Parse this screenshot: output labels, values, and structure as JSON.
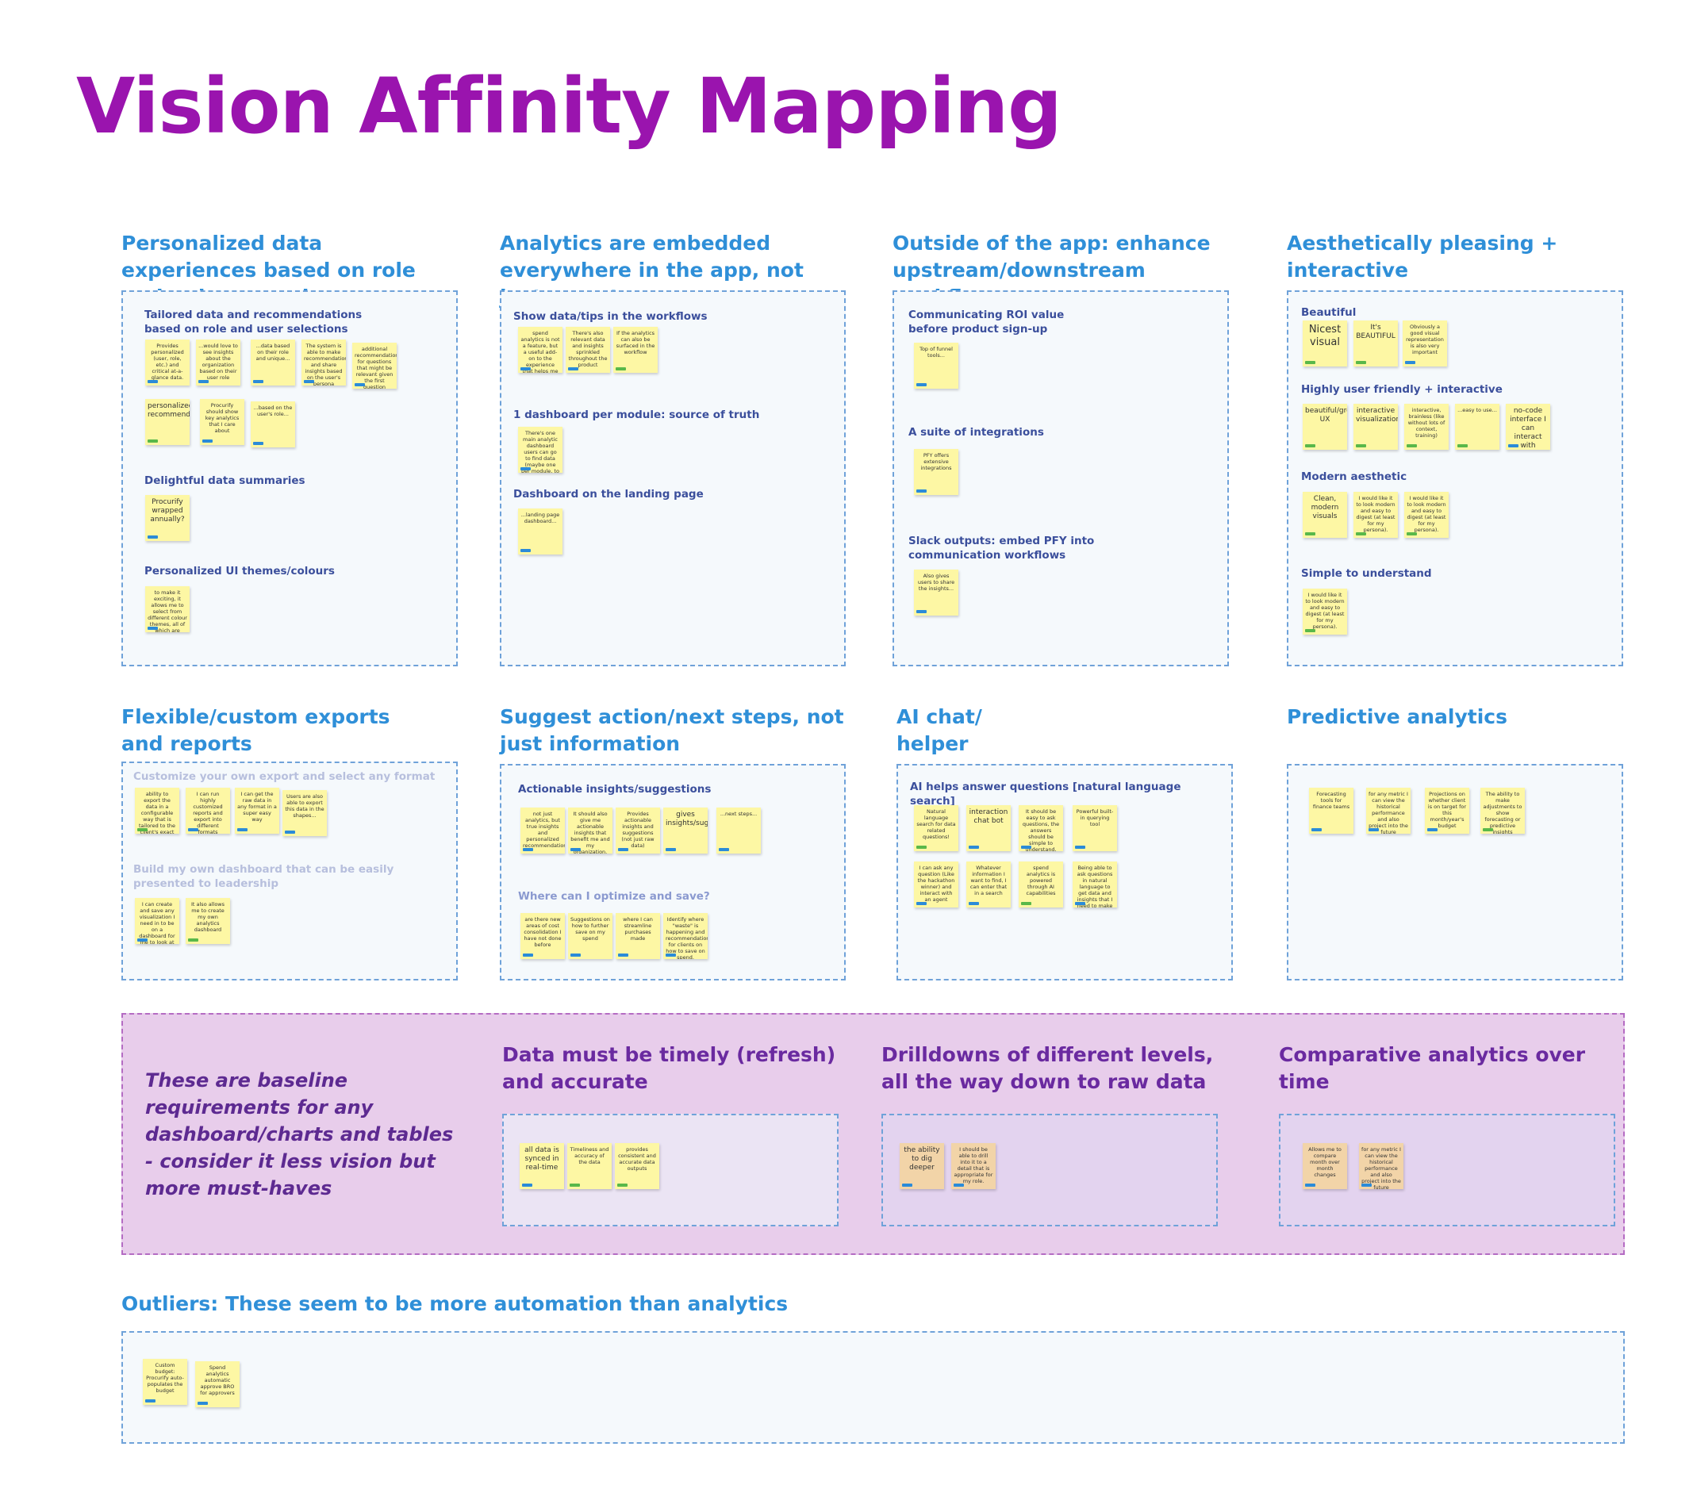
{
  "title": "Vision Affinity Mapping",
  "colors": {
    "title": "#9a14ae",
    "heading": "#2f8fd8",
    "subheading": "#3b4f9c",
    "sticky": "#fdf7a4",
    "sticky_peach": "#f2d4a8",
    "baseline_band": "#e8cdeb"
  },
  "clusters": {
    "personalized": {
      "heading": "Personalized data experiences based on role and unique needs",
      "groups": [
        {
          "label": "Tailored data and recommendations based on role and user selections",
          "notes": [
            "Provides personalized (user, role, etc.) and critical at-a-glance data.",
            "...would love to see insights about the organization based on their user role",
            "...data based on their role and unique...",
            "The system is able to make recommendations and share insights based on the user's persona",
            "additional recommendations for questions that might be relevant given the first question",
            "personalized recommendations",
            "Procurify should show key analytics that I care about",
            "...based on the user's role..."
          ]
        },
        {
          "label": "Delightful data summaries",
          "notes": [
            "Procurify wrapped annually?"
          ]
        },
        {
          "label": "Personalized UI themes/colours",
          "notes": [
            "to make it exciting, it allows me to select from different colour themes, all of which are accessible and beautiful."
          ]
        }
      ]
    },
    "embedded": {
      "heading": "Analytics are embedded everywhere in the app, not just reports",
      "groups": [
        {
          "label": "Show data/tips in the workflows",
          "notes": [
            "spend analytics is not a feature, but a useful add-on to the experience that helps me continually",
            "There's also relevant data and insights sprinkled throughout the product",
            "If the analytics can also be surfaced in the workflow"
          ]
        },
        {
          "label": "1 dashboard per module: source of truth",
          "notes": [
            "There's one main analytic dashboard users can go to find data (maybe one per module, to be explored)"
          ]
        },
        {
          "label": "Dashboard on the landing page",
          "notes": [
            "...landing page dashboard..."
          ]
        }
      ]
    },
    "outside": {
      "heading": "Outside of the app: enhance upstream/downstream workflows",
      "groups": [
        {
          "label": "Communicating ROI value before product sign-up",
          "notes": [
            "Top of funnel tools..."
          ]
        },
        {
          "label": "A suite of integrations",
          "notes": [
            "PFY offers extensive integrations"
          ]
        },
        {
          "label": "Slack outputs: embed PFY into communication workflows",
          "notes": [
            "Also gives users to share the insights..."
          ]
        }
      ]
    },
    "aesthetic": {
      "heading": "Aesthetically pleasing + interactive",
      "groups": [
        {
          "label": "Beautiful",
          "notes": [
            "Nicest visual",
            "It's BEAUTIFUL",
            "Obviously a good visual representation is also very important"
          ]
        },
        {
          "label": "Highly user friendly + interactive",
          "notes": [
            "beautiful/great UX",
            "interactive visualizations.",
            "interactive, brainless (like without lots of context, training)",
            "...easy to use...",
            "no-code interface I can interact with"
          ]
        },
        {
          "label": "Modern aesthetic",
          "notes": [
            "Clean, modern visuals",
            "I would like it to look modern and easy to digest (at least for my persona).",
            "I would like it to look modern and easy to digest (at least for my persona)."
          ]
        },
        {
          "label": "Simple to understand",
          "notes": [
            "I would like it to look modern and easy to digest (at least for my persona)."
          ]
        }
      ]
    },
    "exports": {
      "heading": "Flexible/custom exports and reports",
      "groups": [
        {
          "label": "Customize your own export and select any format",
          "notes": [
            "ability to export the data in a configurable way that is tailored to the client's exact needs",
            "I can run highly customized reports and export into different formats",
            "I can get the raw data in any format in a super easy way",
            "Users are also able to export this data in the shapes..."
          ]
        },
        {
          "label": "Build my own dashboard that can be easily presented to leadership",
          "notes": [
            "I can create and save any visualization I need in to be on a dashboard for me to look at in the future",
            "It also allows me to create my own analytics dashboard"
          ]
        }
      ]
    },
    "suggest": {
      "heading": "Suggest action/next steps, not just information",
      "groups": [
        {
          "label": "Actionable insights/suggestions",
          "notes": [
            "not just analytics, but true insights and personalized recommendations",
            "It should also give me actionable insights that benefit me and my organization.",
            "Provides actionable insights and suggestions (not just raw data)",
            "gives insights/suggestion",
            "...next steps..."
          ]
        },
        {
          "label": "Where can I optimize and save?",
          "notes": [
            "are there new areas of cost consolidation I have not done before",
            "Suggestions on how to further save on my spend",
            "where I can streamline purchases made",
            "Identify where \"waste\" is happening and recommendations for clients on how to save on spend."
          ]
        }
      ]
    },
    "ai": {
      "heading": "AI chat/ helper",
      "groups": [
        {
          "label": "AI helps answer questions [natural language search]",
          "notes": [
            "Natural language search for data related questions!",
            "interaction chat bot",
            "It should be easy to ask questions, the answers should be simple to understand, and maybe even shareable",
            "Powerful built-in querying tool",
            "I can ask any question (Like the hackathon winner) and interact with an agent",
            "Whatever information I want to find, I can enter that in a search",
            "spend analytics is powered through AI capabilities",
            "Being able to ask questions in natural language to get data and insights that I need to make decisions."
          ]
        }
      ]
    },
    "predictive": {
      "heading": "Predictive analytics",
      "groups": [
        {
          "label": "",
          "notes": [
            "Forecasting tools for finance teams",
            "for any metric I can view the historical performance and also project into the future",
            "Projections on whether client is on target for this month/year's budget",
            "The ability to make adjustments to show forecasting or predictive insights"
          ]
        }
      ]
    },
    "baseline_note": "These are baseline requirements for any dashboard/charts and tables - consider it less vision but more must-haves",
    "timely": {
      "heading": "Data must be timely (refresh) and accurate",
      "notes": [
        "all data is synced in real-time",
        "Timeliness and accuracy of the data",
        "provides consistent and accurate data outputs"
      ]
    },
    "drilldowns": {
      "heading": "Drilldowns of different levels, all the way down to raw data",
      "notes": [
        "the ability to dig deeper",
        "I should be able to drill into it to a detail that is appropriate for my role."
      ]
    },
    "comparative": {
      "heading": "Comparative analytics over time",
      "notes": [
        "Allows me to compare month over month changes",
        "for any metric I can view the historical performance and also project into the future"
      ]
    },
    "outliers": {
      "heading": "Outliers: These seem to be more automation than analytics",
      "notes": [
        "Custom budget: Procurify auto-populates the budget",
        "Spend analytics automatic approve BRO for approvers"
      ]
    }
  }
}
